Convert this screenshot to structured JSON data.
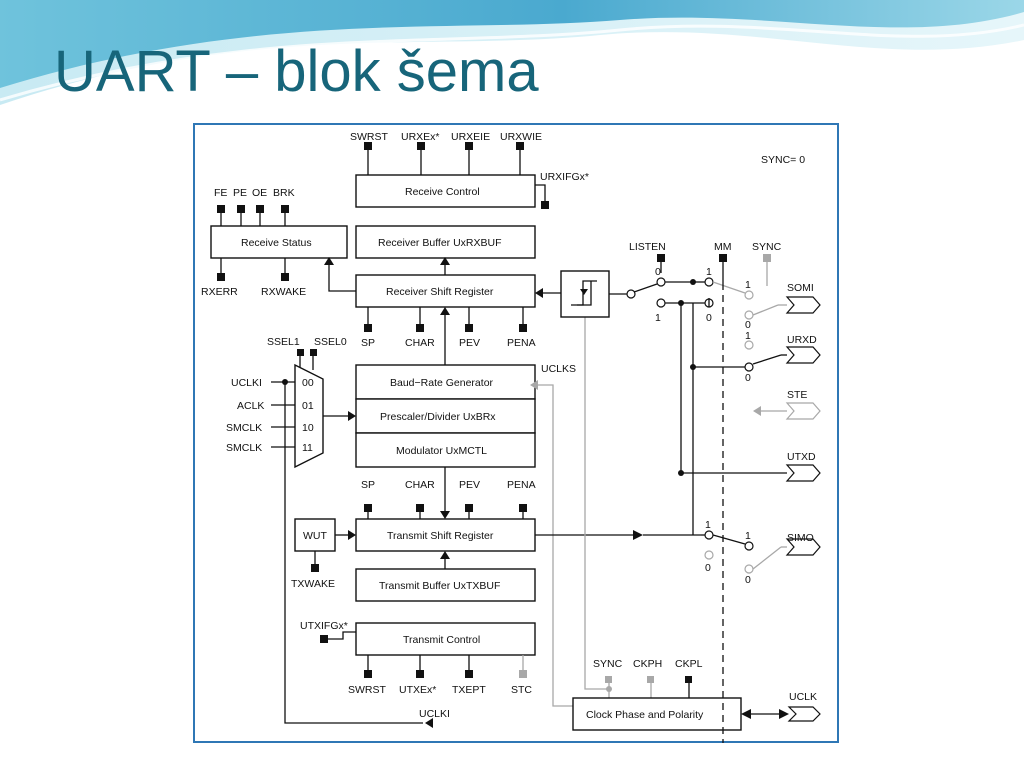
{
  "slide": {
    "title": "UART – blok šema"
  },
  "diagram": {
    "note": "SYNC= 0",
    "blocks": {
      "receive_control": "Receive Control",
      "receive_status": "Receive Status",
      "receiver_buffer": "Receiver Buffer UxRXBUF",
      "receiver_shift": "Receiver Shift Register",
      "baud_rate": "Baud−Rate Generator",
      "prescaler": "Prescaler/Divider UxBRx",
      "modulator": "Modulator UxMCTL",
      "transmit_shift": "Transmit Shift Register",
      "transmit_buffer": "Transmit Buffer UxTXBUF",
      "transmit_control": "Transmit Control",
      "clock_phase": "Clock Phase and Polarity",
      "wut": "WUT"
    },
    "labels": {
      "swrst_top": "SWRST",
      "urxex": "URXEx*",
      "urxeie": "URXEIE",
      "urxwie": "URXWIE",
      "urxifgx": "URXIFGx*",
      "fe": "FE",
      "pe": "PE",
      "oe": "OE",
      "brk": "BRK",
      "rxerr": "RXERR",
      "rxwake": "RXWAKE",
      "sp_rx": "SP",
      "char_rx": "CHAR",
      "pev_rx": "PEV",
      "pena_rx": "PENA",
      "ssel1": "SSEL1",
      "ssel0": "SSEL0",
      "uclki_in": "UCLKI",
      "aclk": "ACLK",
      "smclk1": "SMCLK",
      "smclk2": "SMCLK",
      "sel00": "00",
      "sel01": "01",
      "sel10": "10",
      "sel11": "11",
      "uclks": "UCLKS",
      "sp_tx": "SP",
      "char_tx": "CHAR",
      "pev_tx": "PEV",
      "pena_tx": "PENA",
      "txwake": "TXWAKE",
      "utxifgx": "UTXIFGx*",
      "swrst_bot": "SWRST",
      "utxex": "UTXEx*",
      "txept": "TXEPT",
      "stc": "STC",
      "sync_bot": "SYNC",
      "ckph": "CKPH",
      "ckpl": "CKPL",
      "uclki_bot": "UCLKI",
      "listen": "LISTEN",
      "mm": "MM",
      "sync_top": "SYNC",
      "somi": "SOMI",
      "urxd": "URXD",
      "ste": "STE",
      "utxd": "UTXD",
      "simo": "SIMO",
      "uclk": "UCLK",
      "n0_listen": "0",
      "n1_listen": "1",
      "n1_mm": "1",
      "n0_mm": "0",
      "n1_somi": "1",
      "n0_somi": "0",
      "n1_urxd": "1",
      "n0_urxd": "0",
      "n1_tx": "1",
      "n0_tx": "0",
      "n1_simo": "1",
      "n0_simo": "0"
    }
  },
  "colors": {
    "title": "#17657a",
    "frame": "#2f77b5",
    "inactive": "#a8a8a8"
  }
}
